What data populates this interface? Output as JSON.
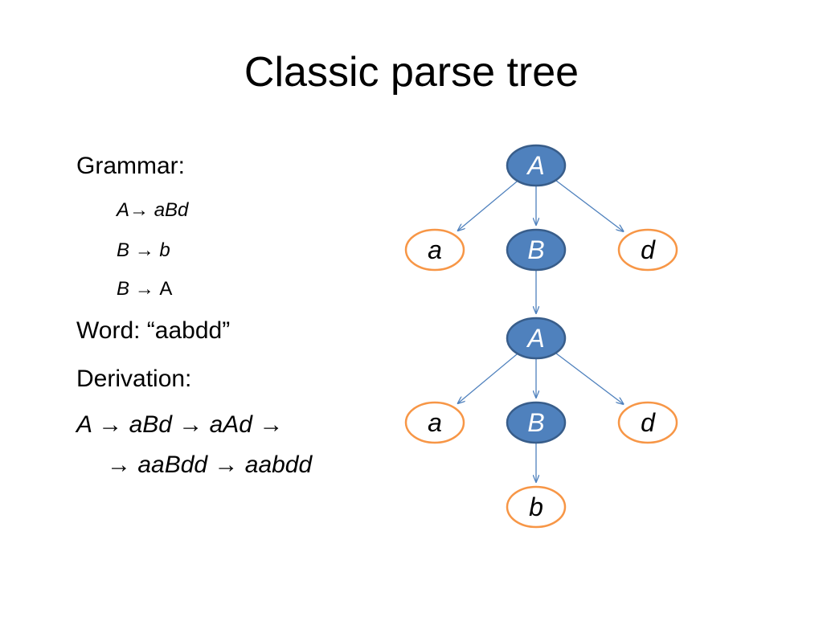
{
  "slide": {
    "title": "Classic parse tree"
  },
  "grammar": {
    "heading": "Grammar:",
    "rules": [
      {
        "lhs": "A",
        "arrow": "→",
        "rhs": "aBd"
      },
      {
        "lhs": "B",
        "arrow": "→",
        "rhs": "b"
      },
      {
        "lhs": "B",
        "arrow": "→",
        "rhs": "A"
      }
    ]
  },
  "word": {
    "label": "Word: “aabdd”"
  },
  "derivation": {
    "heading": "Derivation:",
    "line1": "A → aBd → aAd →",
    "line2": "→ aaBdd → aabdd"
  },
  "tree": {
    "colors": {
      "nonterminal_fill": "#4f81bd",
      "nonterminal_stroke": "#385d8a",
      "terminal_fill": "#ffffff",
      "terminal_stroke": "#f79646",
      "edge": "#4f81bd",
      "nonterminal_text": "#ffffff",
      "terminal_text": "#000000"
    },
    "nodes": [
      {
        "id": "n1",
        "label": "A",
        "kind": "nonterminal"
      },
      {
        "id": "n2",
        "label": "a",
        "kind": "terminal"
      },
      {
        "id": "n3",
        "label": "B",
        "kind": "nonterminal"
      },
      {
        "id": "n4",
        "label": "d",
        "kind": "terminal"
      },
      {
        "id": "n5",
        "label": "A",
        "kind": "nonterminal"
      },
      {
        "id": "n6",
        "label": "a",
        "kind": "terminal"
      },
      {
        "id": "n7",
        "label": "B",
        "kind": "nonterminal"
      },
      {
        "id": "n8",
        "label": "d",
        "kind": "terminal"
      },
      {
        "id": "n9",
        "label": "b",
        "kind": "terminal"
      }
    ],
    "edges": [
      {
        "from": "n1",
        "to": "n2"
      },
      {
        "from": "n1",
        "to": "n3"
      },
      {
        "from": "n1",
        "to": "n4"
      },
      {
        "from": "n3",
        "to": "n5"
      },
      {
        "from": "n5",
        "to": "n6"
      },
      {
        "from": "n5",
        "to": "n7"
      },
      {
        "from": "n5",
        "to": "n8"
      },
      {
        "from": "n7",
        "to": "n9"
      }
    ]
  }
}
